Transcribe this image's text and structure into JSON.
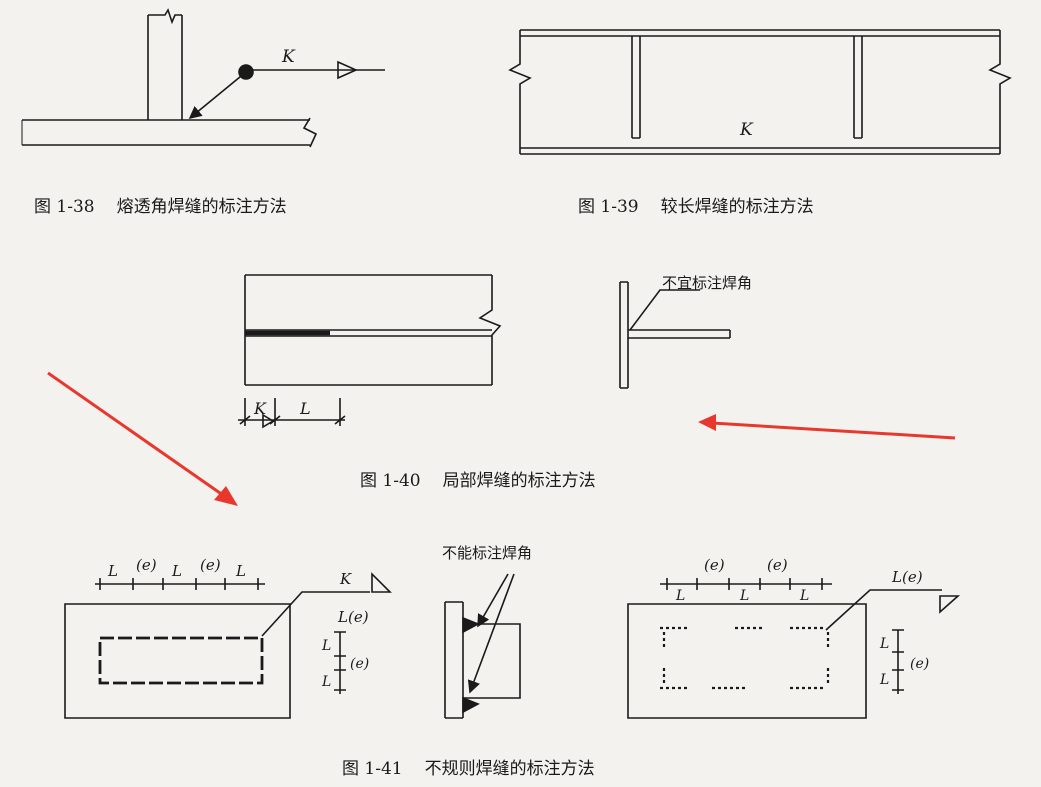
{
  "figures": {
    "fig38": {
      "number": "图 1-38",
      "title": "熔透角焊缝的标注方法",
      "k": "K"
    },
    "fig39": {
      "number": "图 1-39",
      "title": "较长焊缝的标注方法",
      "k": "K"
    },
    "fig40": {
      "number": "图 1-40",
      "title": "局部焊缝的标注方法",
      "note": "不宜标注焊角",
      "k": "K",
      "l": "L"
    },
    "fig41": {
      "number": "图 1-41",
      "title": "不规则焊缝的标注方法",
      "note": "不能标注焊角",
      "left_dims": [
        "L",
        "(e)",
        "L",
        "(e)",
        "L"
      ],
      "k": "K",
      "le": "L(e)",
      "vdims": [
        "L",
        "L",
        "(e)"
      ],
      "right_top_dims": [
        "(e)",
        "(e)"
      ],
      "right_bottom_dims": [
        "L",
        "L",
        "L"
      ],
      "right_le": "L(e)",
      "right_vdims": [
        "L",
        "L",
        "(e)"
      ]
    }
  },
  "annotations": {
    "arrow_color": "#e8382e"
  }
}
